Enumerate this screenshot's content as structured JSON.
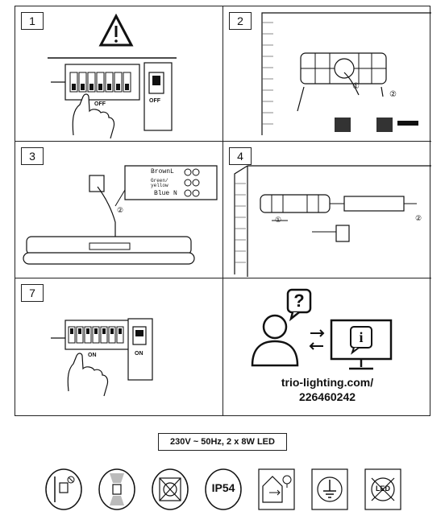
{
  "steps": [
    {
      "number": "1",
      "breaker_label": "OFF",
      "switch_label": "OFF"
    },
    {
      "number": "2",
      "callout_1": "①",
      "callout_2": "②"
    },
    {
      "number": "3",
      "wire_brown": "Brown",
      "wire_brown_term": "L",
      "wire_green": "Green/",
      "wire_yellow": "yellow",
      "wire_blue": "Blue",
      "wire_blue_term": "N",
      "callout_2": "②"
    },
    {
      "number": "4",
      "callout_1": "①",
      "callout_2": "②"
    },
    {
      "number": "7",
      "breaker_label": "ON",
      "switch_label": "ON"
    }
  ],
  "support": {
    "question_mark": "?",
    "info_mark": "i",
    "url_line1": "trio-lighting.com/",
    "url_line2": "226460242"
  },
  "spec_text": "230V ~ 50Hz, 2 x 8W LED",
  "symbols": [
    {
      "name": "wall-mount-icon"
    },
    {
      "name": "up-down-light-icon"
    },
    {
      "name": "no-insulation-cover-icon"
    },
    {
      "name": "ip-rating-icon",
      "text": "IP54"
    },
    {
      "name": "indoor-outdoor-icon"
    },
    {
      "name": "protective-earth-icon"
    },
    {
      "name": "led-not-replaceable-icon",
      "text": "LED"
    }
  ]
}
